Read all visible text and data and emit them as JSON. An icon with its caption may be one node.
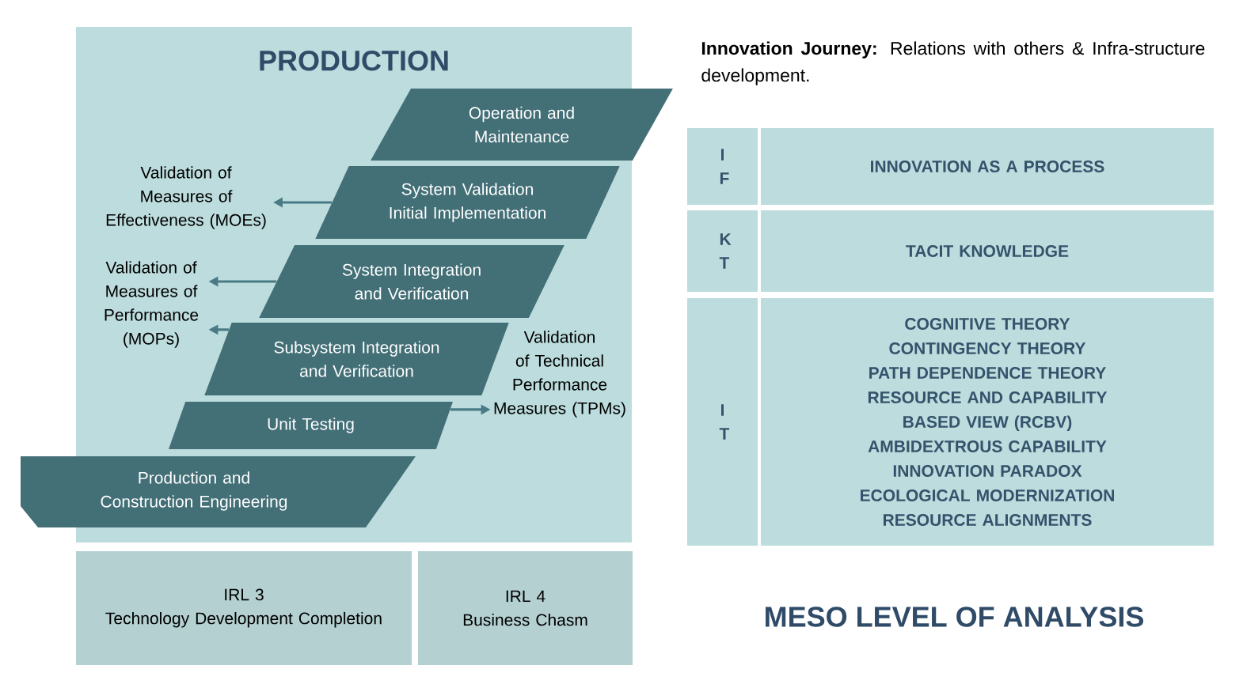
{
  "diagram": {
    "nodes": [
      {
        "text": [
          "PRODUCTION"
        ]
      },
      {
        "text": [
          "Operation and Maintenance"
        ]
      },
      {
        "text": [
          "System Validation Initial Implementation"
        ],
        "in": 0
      },
      {
        "text": [
          "System Integration and Verification"
        ],
        "in": 0
      },
      {
        "text": [
          "Subsystem Integration and Verification"
        ],
        "in": 0
      },
      {
        "text": [
          "Unit Testing"
        ],
        "in": 0
      },
      {
        "text": [
          "Production and Construction Engineering"
        ]
      },
      {
        "text": [
          "Validation of Measures of Effectiveness (MOEs)"
        ],
        "in": 0
      },
      {
        "text": [
          "Validation of Measures of Performance (MOPs)"
        ],
        "in": 0
      },
      {
        "text": [
          "Validation of Technical Performance Measures (TPMs)"
        ],
        "in": 0
      },
      {
        "text": [
          "IRL 3",
          "Technology Development Completion"
        ]
      },
      {
        "text": [
          "IRL 4",
          "Business Chasm"
        ]
      },
      {
        "text": [
          "I F"
        ]
      },
      {
        "text": [
          "INNOVATION AS A PROCESS"
        ]
      },
      {
        "text": [
          "K T"
        ]
      },
      {
        "text": [
          "TACIT KNOWLEDGE"
        ]
      },
      {
        "text": [
          "I T"
        ]
      },
      {
        "text": [
          "COGNITIVE THEORY",
          "CONTINGENCY THEORY",
          "PATH DEPENDENCE THEORY",
          "RESOURCE AND CAPABILITY BASED VIEW (RCBV)",
          "AMBIDEXTROUS CAPABILITY",
          "INNOVATION PARADOX",
          "ECOLOGICAL MODERNIZATION",
          "RESOURCE ALIGNMENTS"
        ]
      }
    ],
    "edges": [
      {
        "from": 2,
        "to": 7,
        "arrow": "to"
      },
      {
        "from": 3,
        "to": 8,
        "arrow": "to"
      },
      {
        "from": 4,
        "to": 8,
        "arrow": "to"
      },
      {
        "from": 5,
        "to": 9,
        "arrow": "to"
      }
    ],
    "labels": [
      "**Innovation Journey:** Relations with others & Infra-structure development.",
      "MESO LEVEL OF ANALYSIS"
    ]
  }
}
